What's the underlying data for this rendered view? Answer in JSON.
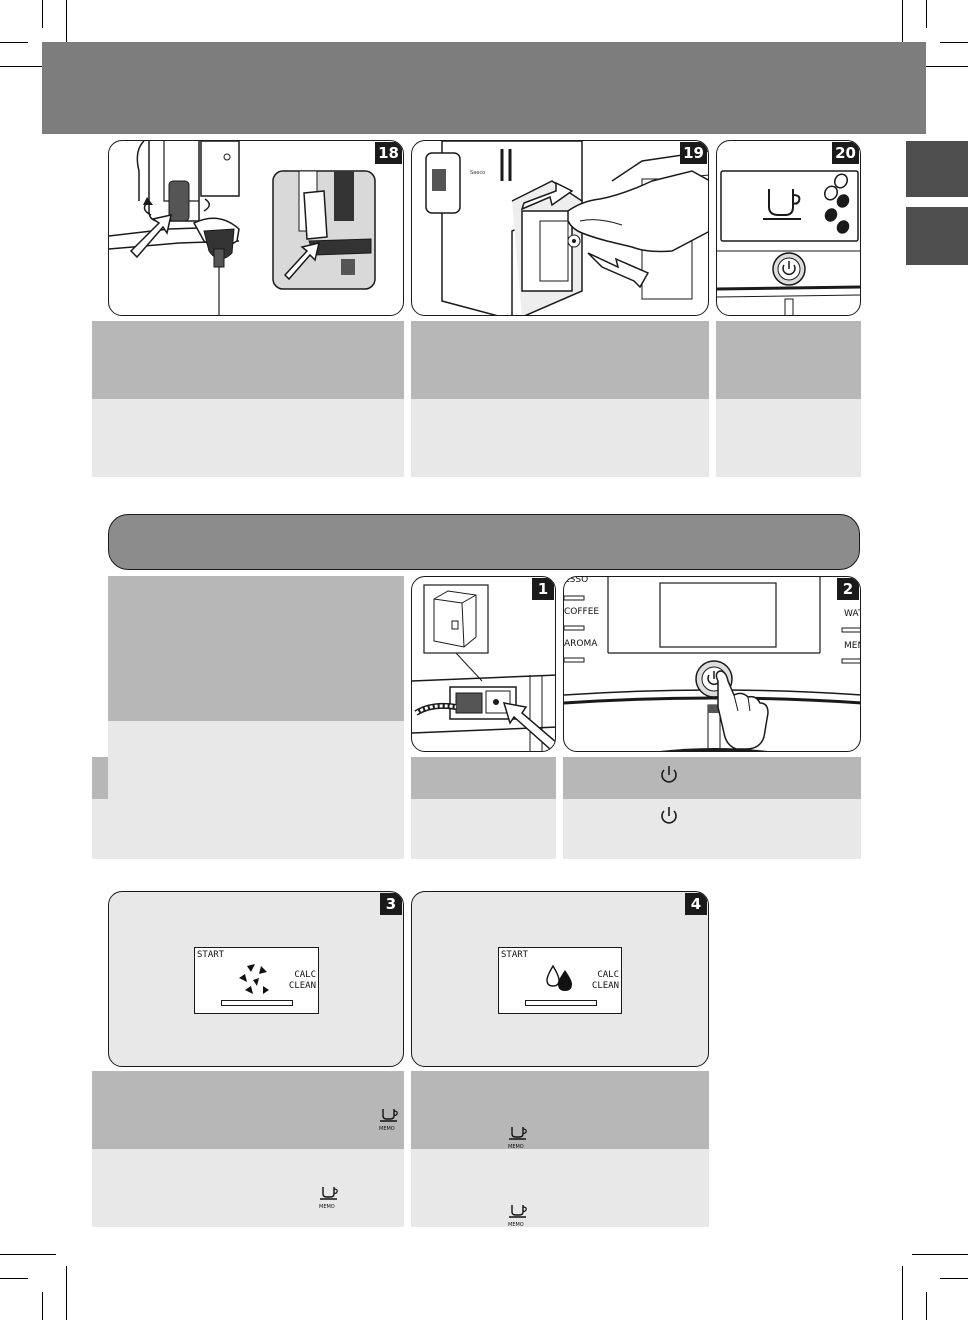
{
  "steps": {
    "s18": "18",
    "s19": "19",
    "s20": "20",
    "s1": "1",
    "s2": "2",
    "s3": "3",
    "s4": "4"
  },
  "panel2": {
    "labels_left": [
      "ESSO",
      "COFFEE",
      "AROMA"
    ],
    "labels_right": [
      "WAT",
      "MEN"
    ]
  },
  "display3": {
    "start": "START",
    "calc": "CALC",
    "clean": "CLEAN"
  },
  "display4": {
    "start": "START",
    "calc": "CALC",
    "clean": "CLEAN"
  },
  "memo_label": "MEMO",
  "machine_brand": "Saeco",
  "colors": {
    "header": "#7d7d7d",
    "band_dark": "#b7b7b7",
    "band_light": "#e8e8e8",
    "tab": "#4e4e4e"
  },
  "icons": [
    "power-icon",
    "memo-cup-icon",
    "coffee-cup-icon",
    "coffee-bean-icon",
    "drop-icon",
    "arrow-icon",
    "hand-icon"
  ]
}
